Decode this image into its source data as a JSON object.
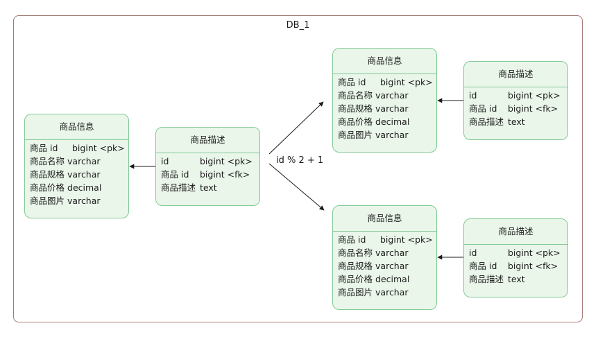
{
  "db": {
    "title": "DB_1"
  },
  "edge_label": "id % 2 + 1",
  "entities": {
    "info_left": {
      "title": "商品信息",
      "fields": [
        {
          "name": "商品 id",
          "type": "bigint <pk>"
        },
        {
          "name": "商品名称",
          "type": "varchar"
        },
        {
          "name": "商品规格",
          "type": "varchar"
        },
        {
          "name": "商品价格",
          "type": "decimal"
        },
        {
          "name": "商品图片",
          "type": "varchar"
        }
      ]
    },
    "desc_middle": {
      "title": "商品描述",
      "fields": [
        {
          "name": "id",
          "type": "bigint <pk>"
        },
        {
          "name": "商品 id",
          "type": "bigint <fk>"
        },
        {
          "name": "商品描述",
          "type": "text"
        }
      ]
    },
    "info_top": {
      "title": "商品信息",
      "fields": [
        {
          "name": "商品 id",
          "type": "bigint <pk>"
        },
        {
          "name": "商品名称",
          "type": "varchar"
        },
        {
          "name": "商品规格",
          "type": "varchar"
        },
        {
          "name": "商品价格",
          "type": "decimal"
        },
        {
          "name": "商品图片",
          "type": "varchar"
        }
      ]
    },
    "desc_top": {
      "title": "商品描述",
      "fields": [
        {
          "name": "id",
          "type": "bigint <pk>"
        },
        {
          "name": "商品 id",
          "type": "bigint <fk>"
        },
        {
          "name": "商品描述",
          "type": "text"
        }
      ]
    },
    "info_bottom": {
      "title": "商品信息",
      "fields": [
        {
          "name": "商品 id",
          "type": "bigint <pk>"
        },
        {
          "name": "商品名称",
          "type": "varchar"
        },
        {
          "name": "商品规格",
          "type": "varchar"
        },
        {
          "name": "商品价格",
          "type": "decimal"
        },
        {
          "name": "商品图片",
          "type": "varchar"
        }
      ]
    },
    "desc_bottom": {
      "title": "商品描述",
      "fields": [
        {
          "name": "id",
          "type": "bigint <pk>"
        },
        {
          "name": "商品 id",
          "type": "bigint <fk>"
        },
        {
          "name": "商品描述",
          "type": "text"
        }
      ]
    }
  }
}
